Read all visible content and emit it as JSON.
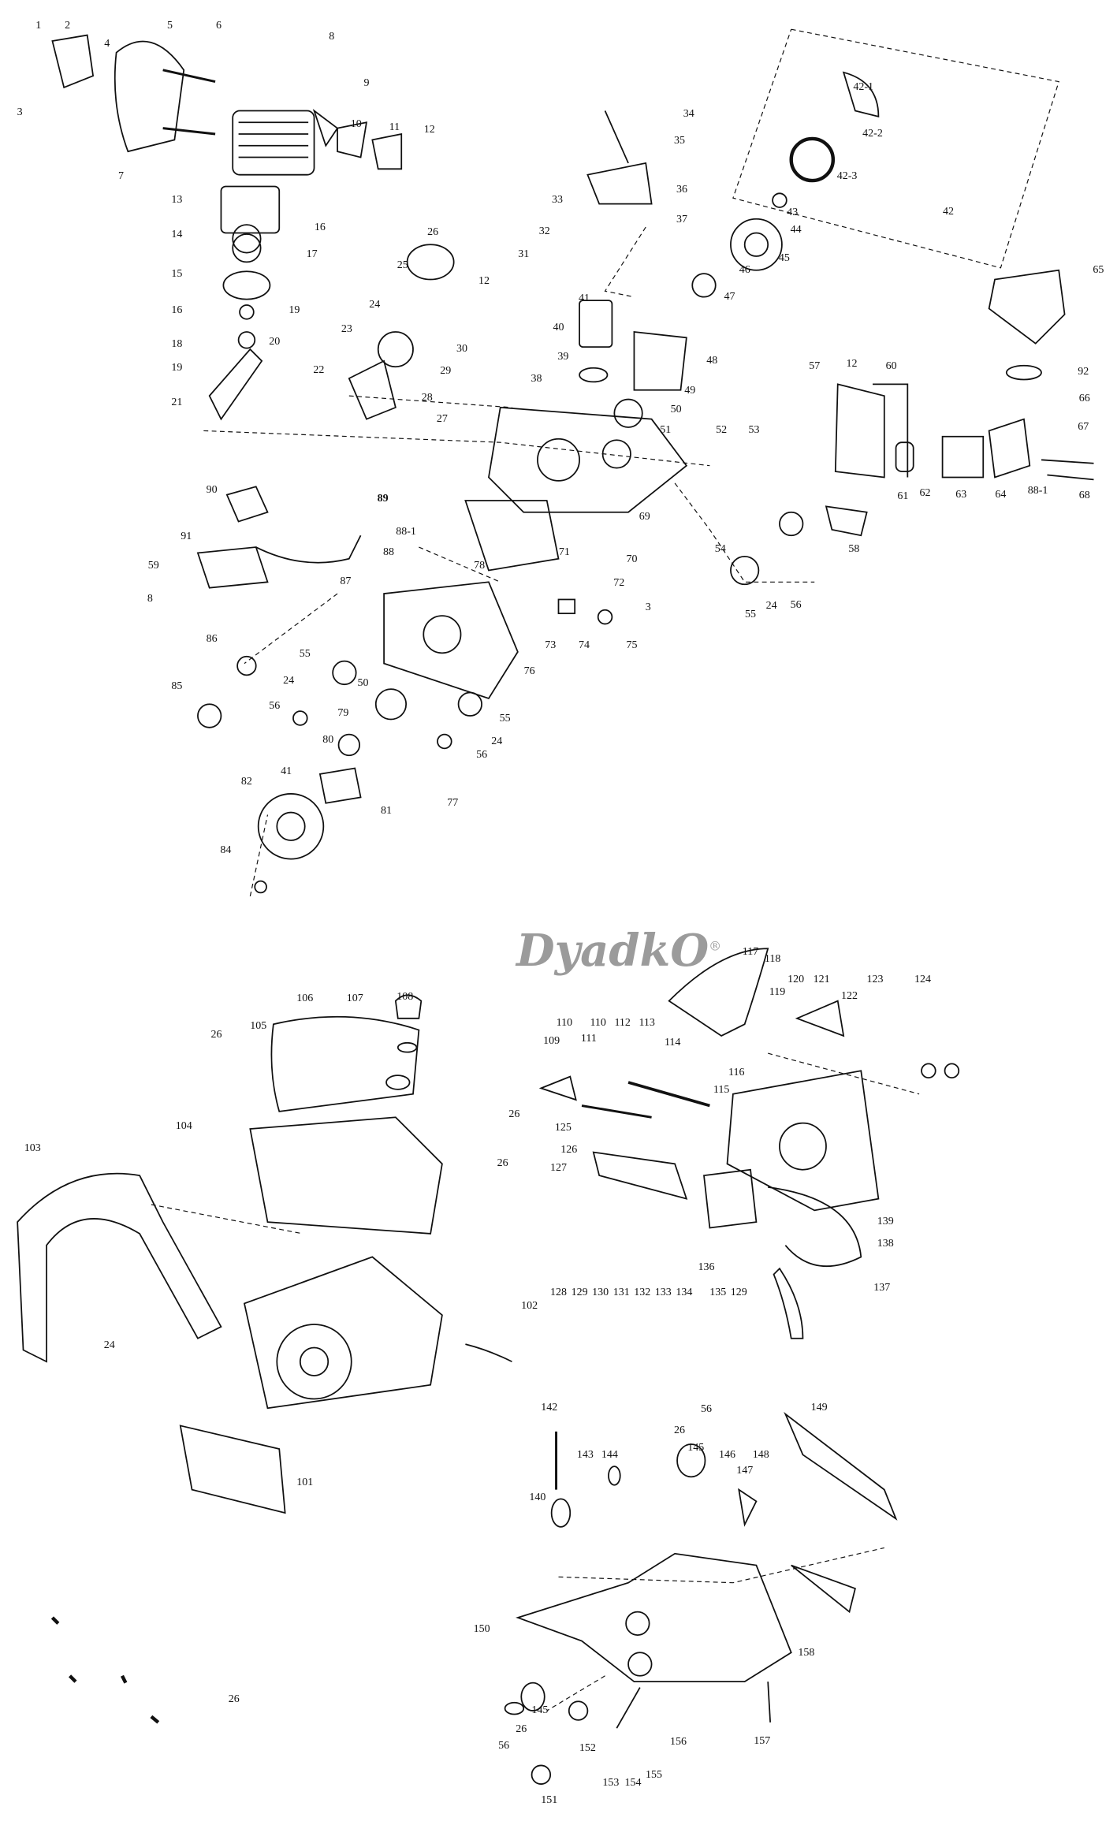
{
  "title": "Chainsaw exploded parts diagram",
  "watermark": "DyadkO",
  "watermark_mark": "®",
  "labels": [
    "1",
    "2",
    "3",
    "4",
    "5",
    "6",
    "7",
    "8",
    "9",
    "10",
    "11",
    "12",
    "13",
    "14",
    "15",
    "16",
    "17",
    "16",
    "19",
    "18",
    "20",
    "19",
    "21",
    "26",
    "25",
    "24",
    "23",
    "22",
    "12",
    "30",
    "29",
    "28",
    "27",
    "34",
    "35",
    "33",
    "36",
    "32",
    "37",
    "31",
    "41",
    "40",
    "39",
    "38",
    "48",
    "49",
    "50",
    "51",
    "46",
    "47",
    "45",
    "44",
    "43",
    "42-1",
    "42-2",
    "42-3",
    "42",
    "65",
    "92",
    "66",
    "67",
    "68",
    "88-1",
    "64",
    "63",
    "62",
    "61",
    "60",
    "57",
    "12",
    "58",
    "52",
    "53",
    "54",
    "55",
    "24",
    "56",
    "69",
    "71",
    "70",
    "72",
    "3",
    "75",
    "74",
    "73",
    "76",
    "78",
    "89",
    "88-1",
    "88",
    "87",
    "90",
    "91",
    "59",
    "8",
    "86",
    "55",
    "24",
    "50",
    "85",
    "56",
    "79",
    "55",
    "24",
    "80",
    "56",
    "41",
    "82",
    "81",
    "77",
    "84",
    "117",
    "118",
    "119",
    "120",
    "121",
    "122",
    "123",
    "124",
    "26",
    "105",
    "106",
    "107",
    "108",
    "110",
    "110",
    "112",
    "113",
    "109",
    "111",
    "114",
    "116",
    "115",
    "125",
    "126",
    "127",
    "26",
    "26",
    "104",
    "103",
    "139",
    "138",
    "137",
    "128",
    "129",
    "130",
    "131",
    "132",
    "133",
    "134",
    "136",
    "135",
    "129",
    "102",
    "24",
    "101",
    "149",
    "142",
    "56",
    "26",
    "143",
    "144",
    "145",
    "146",
    "148",
    "147",
    "140",
    "150",
    "158",
    "26",
    "145",
    "26",
    "56",
    "152",
    "156",
    "157",
    "153",
    "154",
    "155",
    "151"
  ]
}
